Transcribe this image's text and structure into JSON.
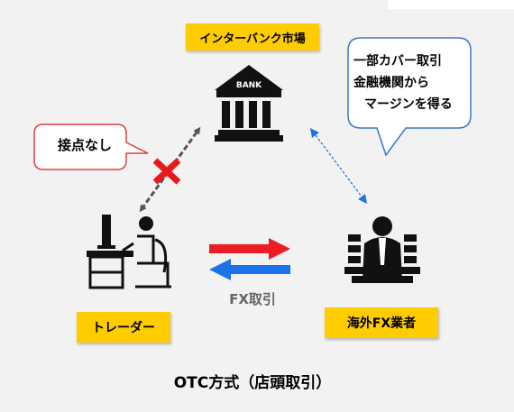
{
  "nodes": {
    "interbank": "インターバンク市場",
    "trader": "トレーダー",
    "fx_dealer": "海外FX業者"
  },
  "bubbles": {
    "no_contact": "接点なし",
    "cover_line1": "一部カバー取引",
    "cover_line2": "金融機関から",
    "cover_line3": "マージンを得る"
  },
  "bank_sign": "BANK",
  "fx_trade_label": "FX取引",
  "caption": "OTC方式（店頭取引）",
  "colors": {
    "label_bg": "#ffcc00",
    "bubble_border_red": "#e04040",
    "bubble_border_blue": "#3a78c8",
    "arrow_red": "#ee1c24",
    "arrow_blue": "#1a73e8",
    "arrow_gray": "#555555",
    "cross": "#e51b1b",
    "background": "#f2f2f2"
  },
  "icons": [
    "bank-icon",
    "trader-desk-icon",
    "dealer-icon",
    "cross-icon"
  ]
}
